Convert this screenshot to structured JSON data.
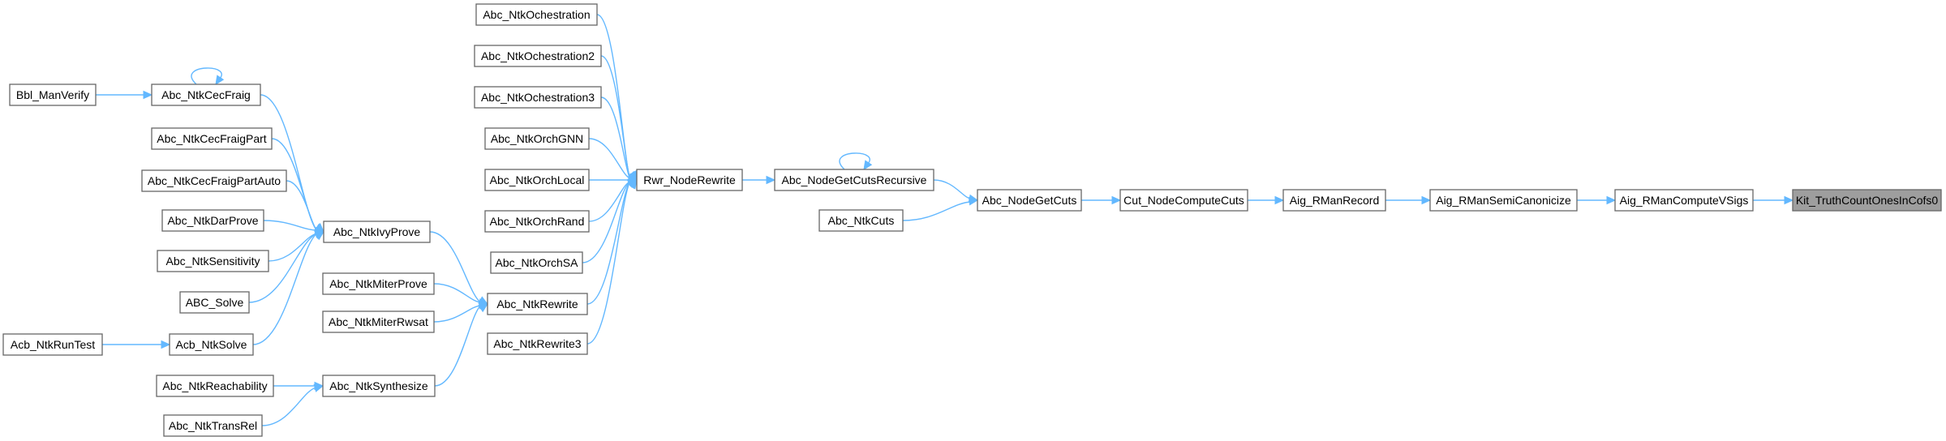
{
  "colors": {
    "edge": "#63b8ff",
    "node_border": "#666666",
    "root_fill": "#9e9e9e",
    "node_fill": "#ffffff"
  },
  "nodes": {
    "bbl_manverify": "Bbl_ManVerify",
    "abc_ntkcecfraig": "Abc_NtkCecFraig",
    "abc_ntkcecfraigpart": "Abc_NtkCecFraigPart",
    "abc_ntkcecfraigpartauto": "Abc_NtkCecFraigPartAuto",
    "abc_ntkdarprove": "Abc_NtkDarProve",
    "abc_ntksensitivity": "Abc_NtkSensitivity",
    "abc_solve": "ABC_Solve",
    "acb_ntkruntest": "Acb_NtkRunTest",
    "acb_ntksolve": "Acb_NtkSolve",
    "abc_ntkreachability": "Abc_NtkReachability",
    "abc_ntktransrel": "Abc_NtkTransRel",
    "abc_ntkivyprove": "Abc_NtkIvyProve",
    "abc_ntkmiterprove": "Abc_NtkMiterProve",
    "abc_ntkmiterrwsat": "Abc_NtkMiterRwsat",
    "abc_ntksynthesize": "Abc_NtkSynthesize",
    "abc_ntkochestration": "Abc_NtkOchestration",
    "abc_ntkochestration2": "Abc_NtkOchestration2",
    "abc_ntkochestration3": "Abc_NtkOchestration3",
    "abc_ntkorchgnn": "Abc_NtkOrchGNN",
    "abc_ntkorchlocal": "Abc_NtkOrchLocal",
    "abc_ntkorchrand": "Abc_NtkOrchRand",
    "abc_ntkorchsa": "Abc_NtkOrchSA",
    "abc_ntkrewrite": "Abc_NtkRewrite",
    "abc_ntkrewrite3": "Abc_NtkRewrite3",
    "rwr_noderewrite": "Rwr_NodeRewrite",
    "abc_nodegetcutsrecursive": "Abc_NodeGetCutsRecursive",
    "abc_ntkcuts": "Abc_NtkCuts",
    "abc_nodegetcuts": "Abc_NodeGetCuts",
    "cut_nodecomputecuts": "Cut_NodeComputeCuts",
    "aig_rmanrecord": "Aig_RManRecord",
    "aig_rmansemicanonicize": "Aig_RManSemiCanonicize",
    "aig_rmancomputevsigs": "Aig_RManComputeVSigs",
    "kit_truthcountonesincofs0": "Kit_TruthCountOnesInCofs0"
  }
}
